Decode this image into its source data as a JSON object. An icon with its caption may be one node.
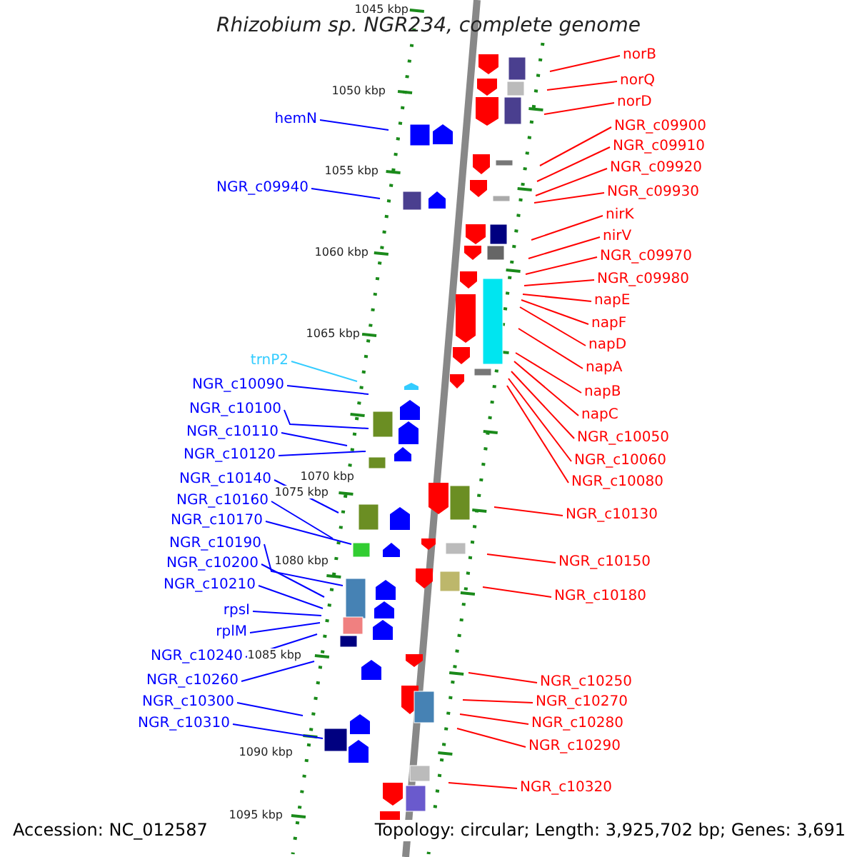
{
  "diagram": {
    "title": "Rhizobium sp. NGR234, complete genome",
    "nodes": [
      {
        "text": [
          "hemN"
        ]
      },
      {
        "text": [
          "NGR_c09940"
        ]
      },
      {
        "text": [
          "trnP2"
        ]
      },
      {
        "text": [
          "NGR_c10090"
        ]
      },
      {
        "text": [
          "NGR_c10100"
        ]
      },
      {
        "text": [
          "NGR_c10110"
        ]
      },
      {
        "text": [
          "NGR_c10120"
        ]
      },
      {
        "text": [
          "NGR_c10140"
        ]
      },
      {
        "text": [
          "NGR_c10160"
        ]
      },
      {
        "text": [
          "NGR_c10170"
        ]
      },
      {
        "text": [
          "NGR_c10190"
        ]
      },
      {
        "text": [
          "NGR_c10200"
        ]
      },
      {
        "text": [
          "NGR_c10210"
        ]
      },
      {
        "text": [
          "rpsI"
        ]
      },
      {
        "text": [
          "rplM"
        ]
      },
      {
        "text": [
          "NGR_c10240"
        ]
      },
      {
        "text": [
          "NGR_c10260"
        ]
      },
      {
        "text": [
          "NGR_c10300"
        ]
      },
      {
        "text": [
          "NGR_c10310"
        ]
      },
      {
        "text": [
          "norB"
        ]
      },
      {
        "text": [
          "norQ"
        ]
      },
      {
        "text": [
          "norD"
        ]
      },
      {
        "text": [
          "NGR_c09900"
        ]
      },
      {
        "text": [
          "NGR_c09910"
        ]
      },
      {
        "text": [
          "NGR_c09920"
        ]
      },
      {
        "text": [
          "NGR_c09930"
        ]
      },
      {
        "text": [
          "nirK"
        ]
      },
      {
        "text": [
          "nirV"
        ]
      },
      {
        "text": [
          "NGR_c09970"
        ]
      },
      {
        "text": [
          "NGR_c09980"
        ]
      },
      {
        "text": [
          "napE"
        ]
      },
      {
        "text": [
          "napF"
        ]
      },
      {
        "text": [
          "napD"
        ]
      },
      {
        "text": [
          "napA"
        ]
      },
      {
        "text": [
          "napB"
        ]
      },
      {
        "text": [
          "napC"
        ]
      },
      {
        "text": [
          "NGR_c10050"
        ]
      },
      {
        "text": [
          "NGR_c10060"
        ]
      },
      {
        "text": [
          "NGR_c10080"
        ]
      },
      {
        "text": [
          "NGR_c10130"
        ]
      },
      {
        "text": [
          "NGR_c10150"
        ]
      },
      {
        "text": [
          "NGR_c10180"
        ]
      },
      {
        "text": [
          "NGR_c10250"
        ]
      },
      {
        "text": [
          "NGR_c10270"
        ]
      },
      {
        "text": [
          "NGR_c10280"
        ]
      },
      {
        "text": [
          "NGR_c10290"
        ]
      },
      {
        "text": [
          "NGR_c10320"
        ]
      }
    ],
    "edges": [
      {
        "from": 0,
        "to": null,
        "arrow": "none",
        "color": "#0000ff"
      },
      {
        "from": 1,
        "to": null,
        "arrow": "none",
        "color": "#0000ff"
      },
      {
        "from": 2,
        "to": null,
        "arrow": "none",
        "color": "#33ccff"
      },
      {
        "from": 3,
        "to": null,
        "arrow": "none",
        "color": "#0000ff"
      },
      {
        "from": 4,
        "to": null,
        "arrow": "none",
        "color": "#0000ff"
      },
      {
        "from": 5,
        "to": null,
        "arrow": "none",
        "color": "#0000ff"
      },
      {
        "from": 6,
        "to": null,
        "arrow": "none",
        "color": "#0000ff"
      },
      {
        "from": 7,
        "to": null,
        "arrow": "none",
        "color": "#0000ff"
      },
      {
        "from": 8,
        "to": null,
        "arrow": "none",
        "color": "#0000ff"
      },
      {
        "from": 9,
        "to": null,
        "arrow": "none",
        "color": "#0000ff"
      },
      {
        "from": 10,
        "to": null,
        "arrow": "none",
        "color": "#0000ff"
      },
      {
        "from": 11,
        "to": null,
        "arrow": "none",
        "color": "#0000ff"
      },
      {
        "from": 12,
        "to": null,
        "arrow": "none",
        "color": "#0000ff"
      },
      {
        "from": 13,
        "to": null,
        "arrow": "none",
        "color": "#0000ff"
      },
      {
        "from": 14,
        "to": null,
        "arrow": "none",
        "color": "#0000ff"
      },
      {
        "from": 15,
        "to": null,
        "arrow": "none",
        "color": "#0000ff"
      },
      {
        "from": 16,
        "to": null,
        "arrow": "none",
        "color": "#0000ff"
      },
      {
        "from": 17,
        "to": null,
        "arrow": "none",
        "color": "#0000ff"
      },
      {
        "from": 18,
        "to": null,
        "arrow": "none",
        "color": "#0000ff"
      },
      {
        "from": 19,
        "to": null,
        "arrow": "none"
      },
      {
        "from": 20,
        "to": null,
        "arrow": "none"
      },
      {
        "from": 21,
        "to": null,
        "arrow": "none"
      },
      {
        "from": 22,
        "to": null,
        "arrow": "none"
      },
      {
        "from": 23,
        "to": null,
        "arrow": "none"
      },
      {
        "from": 24,
        "to": null,
        "arrow": "none"
      },
      {
        "from": 25,
        "to": null,
        "arrow": "none"
      },
      {
        "from": 26,
        "to": null,
        "arrow": "none"
      },
      {
        "from": 27,
        "to": null,
        "arrow": "none"
      },
      {
        "from": 28,
        "to": null,
        "arrow": "none"
      },
      {
        "from": 29,
        "to": null,
        "arrow": "none"
      },
      {
        "from": 30,
        "to": null,
        "arrow": "none"
      },
      {
        "from": 31,
        "to": null,
        "arrow": "none"
      },
      {
        "from": 32,
        "to": null,
        "arrow": "none"
      },
      {
        "from": 33,
        "to": null,
        "arrow": "none"
      },
      {
        "from": 34,
        "to": null,
        "arrow": "none"
      },
      {
        "from": 35,
        "to": null,
        "arrow": "none"
      },
      {
        "from": 36,
        "to": null,
        "arrow": "none"
      },
      {
        "from": 37,
        "to": null,
        "arrow": "none"
      },
      {
        "from": 38,
        "to": null,
        "arrow": "none"
      },
      {
        "from": 39,
        "to": null,
        "arrow": "none"
      },
      {
        "from": 40,
        "to": null,
        "arrow": "none"
      },
      {
        "from": 41,
        "to": null,
        "arrow": "none"
      },
      {
        "from": 42,
        "to": null,
        "arrow": "none"
      },
      {
        "from": 43,
        "to": null,
        "arrow": "none"
      },
      {
        "from": 44,
        "to": null,
        "arrow": "none"
      },
      {
        "from": 45,
        "to": null,
        "arrow": "none"
      },
      {
        "from": 46,
        "to": null,
        "arrow": "none"
      }
    ],
    "labels": [
      "1045 kbp",
      "1050 kbp",
      "1055 kbp",
      "1060 kbp",
      "1065 kbp",
      "1070 kbp",
      "1075 kbp",
      "1080 kbp",
      "1085 kbp",
      "1090 kbp",
      "1095 kbp",
      "Accession: NC_012587",
      "Topology: circular; Length: 3,925,702 bp; Genes: 3,691"
    ]
  }
}
